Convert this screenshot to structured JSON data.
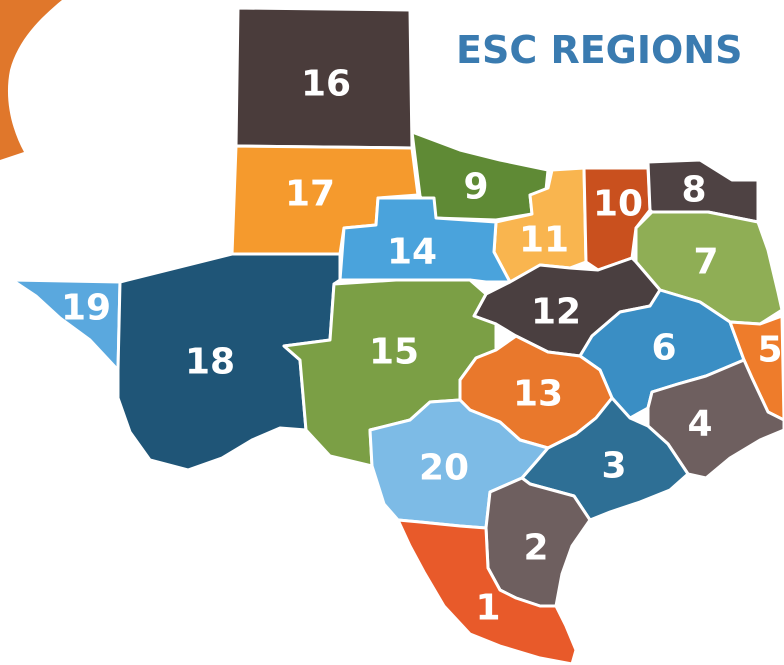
{
  "map": {
    "title": "ESC REGIONS",
    "title_color": "#3a7bb0",
    "regions": [
      {
        "id": "1",
        "label": "1",
        "color": "#e85a2a"
      },
      {
        "id": "2",
        "label": "2",
        "color": "#6e5f5f"
      },
      {
        "id": "3",
        "label": "3",
        "color": "#2e6f95"
      },
      {
        "id": "4",
        "label": "4",
        "color": "#6e5f5f"
      },
      {
        "id": "5",
        "label": "5",
        "color": "#ee7c2b"
      },
      {
        "id": "6",
        "label": "6",
        "color": "#3a8ec4"
      },
      {
        "id": "7",
        "label": "7",
        "color": "#8fae55"
      },
      {
        "id": "8",
        "label": "8",
        "color": "#4e4243"
      },
      {
        "id": "9",
        "label": "9",
        "color": "#5f8a35"
      },
      {
        "id": "10",
        "label": "10",
        "color": "#c9501e"
      },
      {
        "id": "11",
        "label": "11",
        "color": "#f9b54f"
      },
      {
        "id": "12",
        "label": "12",
        "color": "#4a3f40"
      },
      {
        "id": "13",
        "label": "13",
        "color": "#e9782c"
      },
      {
        "id": "14",
        "label": "14",
        "color": "#4aa3dc"
      },
      {
        "id": "15",
        "label": "15",
        "color": "#7b9f45"
      },
      {
        "id": "16",
        "label": "16",
        "color": "#4a3c3b"
      },
      {
        "id": "17",
        "label": "17",
        "color": "#f59a2d"
      },
      {
        "id": "18",
        "label": "18",
        "color": "#1f5577"
      },
      {
        "id": "19",
        "label": "19",
        "color": "#5aa8de"
      },
      {
        "id": "20",
        "label": "20",
        "color": "#7dbbe6"
      }
    ],
    "decor_color": "#e0772b"
  }
}
